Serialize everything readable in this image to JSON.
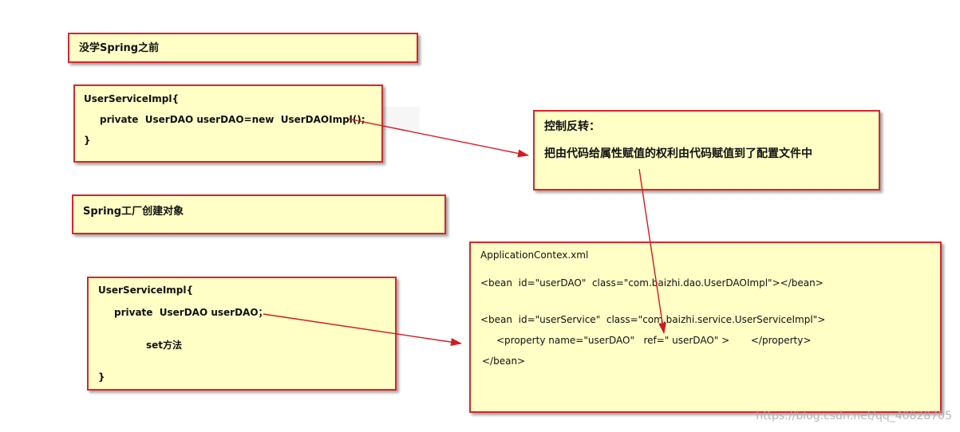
{
  "notes": {
    "before_spring": {
      "title": "没学Spring之前"
    },
    "code_before": {
      "line1": "UserServiceImpl{",
      "line2": "private  UserDAO userDAO=new  UserDAOImpl();",
      "line3": "}"
    },
    "ioc": {
      "title": "控制反转：",
      "desc": "把由代码给属性赋值的权利由代码赋值到了配置文件中"
    },
    "factory": {
      "title": "Spring工厂创建对象"
    },
    "code_after": {
      "line1": "UserServiceImpl{",
      "line2": "private  UserDAO userDAO；",
      "line3": "set方法",
      "line4": "}"
    },
    "xml": {
      "filename": "ApplicationContex.xml",
      "line1": "<bean  id=\"userDAO\"  class=\"com.baizhi.dao.UserDAOImpl\"></bean>",
      "line2": "<bean  id=\"userService\"  class=\"com.baizhi.service.UserServiceImpl\">",
      "line3": "<property name=\"userDAO\"   ref=\" userDAO\" >       </property>",
      "line4": "</bean>"
    }
  },
  "watermark": "https://blog.csdn.net/qq_40828705",
  "colors": {
    "note_fill": "#ffffc6",
    "note_border": "#d8262c",
    "arrow": "#d11a22"
  }
}
